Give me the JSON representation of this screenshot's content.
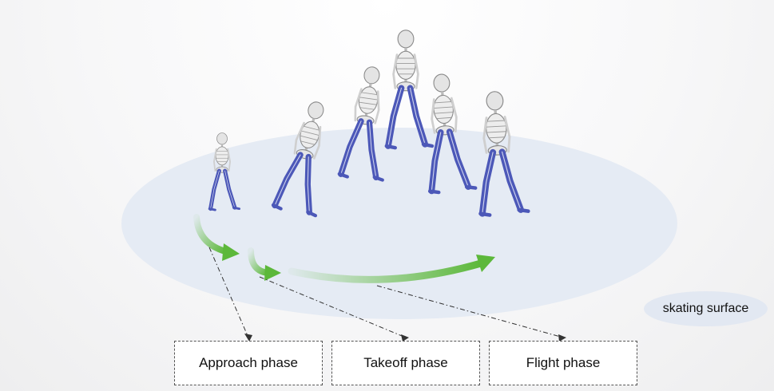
{
  "labels": {
    "approach": "Approach phase",
    "takeoff": "Takeoff phase",
    "flight": "Flight phase",
    "surface": "skating surface"
  },
  "colors": {
    "surface": "#e4eaf3",
    "arrow": "#5cb83a",
    "muscle": "#4c58b8",
    "bone": "#d9d9d9",
    "connector": "#333333"
  }
}
